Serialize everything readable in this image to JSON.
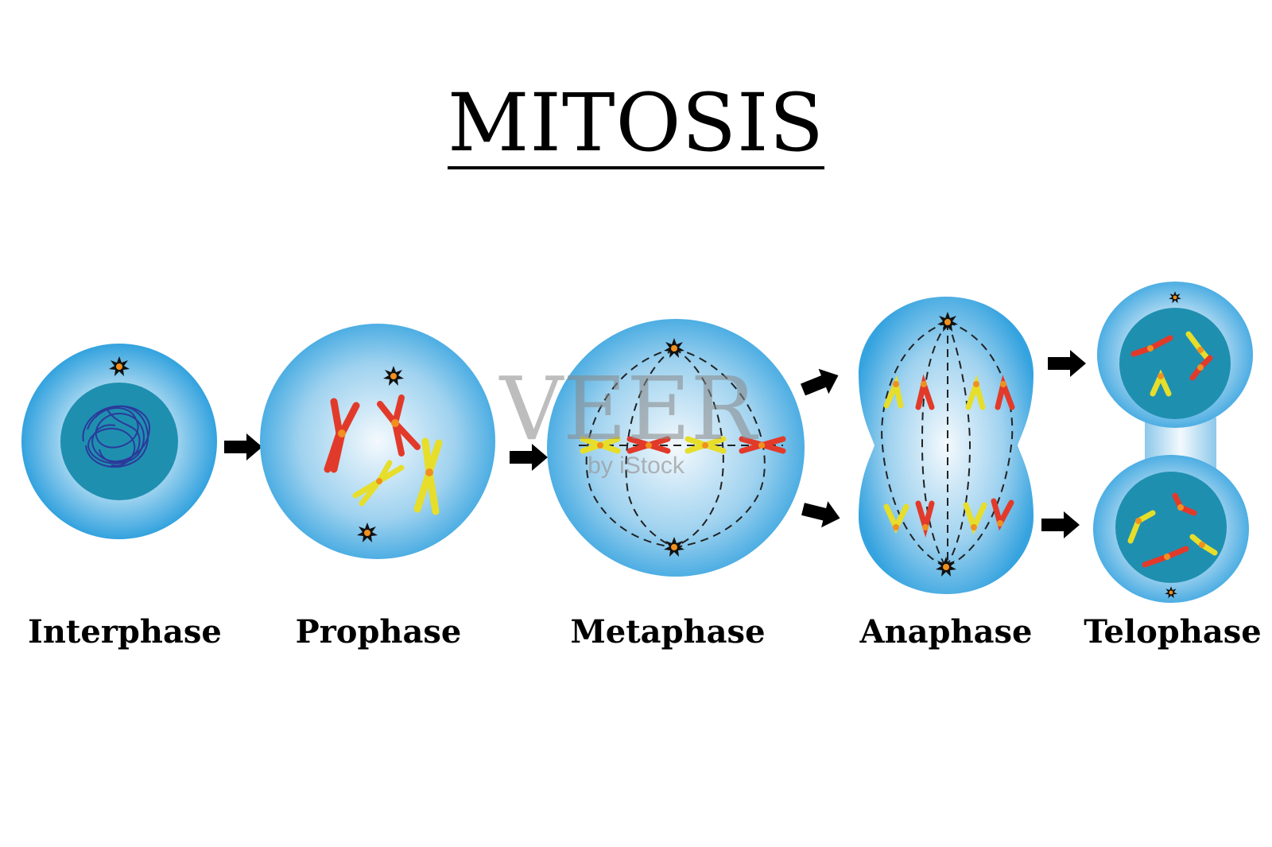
{
  "title": "MITOSIS",
  "phases": [
    {
      "name": "Interphase"
    },
    {
      "name": "Prophase"
    },
    {
      "name": "Metaphase"
    },
    {
      "name": "Anaphase"
    },
    {
      "name": "Telophase"
    }
  ],
  "watermark": {
    "brand": "VEER",
    "sub": "by iStock"
  },
  "colors": {
    "cell_outer": "#3aa6df",
    "cell_inner": "#e8f4fb",
    "nucleus": "#1f8fb0",
    "chromatin": "#2b3a9a",
    "chromosome_red": "#e23a2a",
    "chromosome_yellow": "#e6de2a",
    "centromere": "#f09020",
    "centrosome": "#111111",
    "arrow": "#000000"
  }
}
